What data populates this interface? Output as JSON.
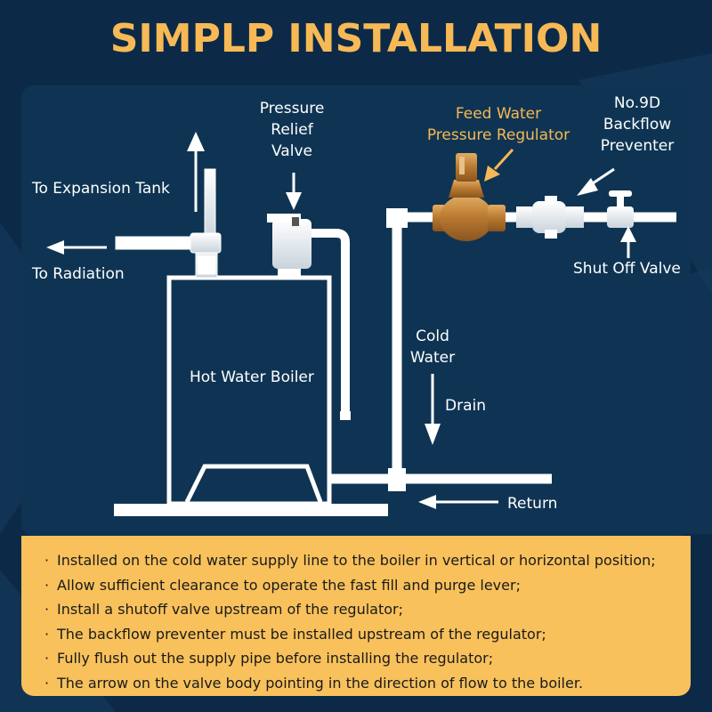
{
  "title": "SIMPLP INSTALLATION",
  "colors": {
    "background": "#0c2a48",
    "panel": "#0f3453",
    "accent": "#f7b955",
    "notes_bg": "#f8c15c",
    "pipe": "#ffffff",
    "valve_brass": "#c98a3c"
  },
  "labels": {
    "pressure_relief_valve": [
      "Pressure",
      "Relief",
      "Valve"
    ],
    "feed_water_regulator": [
      "Feed Water",
      "Pressure Regulator"
    ],
    "backflow_preventer": [
      "No.9D",
      "Backflow",
      "Preventer"
    ],
    "to_expansion_tank": "To Expansion Tank",
    "to_radiation": "To Radiation",
    "shut_off_valve": "Shut Off Valve",
    "cold_water": [
      "Cold",
      "Water"
    ],
    "drain": "Drain",
    "hot_water_boiler": "Hot Water Boiler",
    "return": "Return"
  },
  "notes": [
    "Installed on the cold water supply line to the boiler in vertical or horizontal position;",
    "Allow sufficient clearance to operate the fast fill and purge lever;",
    "Install a shutoff valve upstream of the regulator;",
    "The backflow preventer must be installed upstream of the regulator;",
    "Fully flush out the supply pipe before installing the regulator;",
    "The arrow on the valve body pointing in the direction of flow to the boiler."
  ]
}
